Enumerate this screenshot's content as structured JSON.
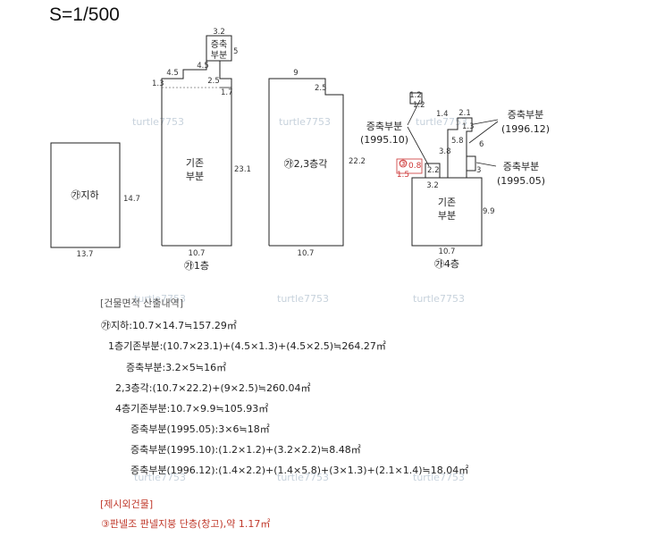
{
  "scale": "S=1/500",
  "watermark": "turtle7753",
  "plans": {
    "basement": {
      "name": "㉮지하",
      "width": "13.7",
      "height": "14.7"
    },
    "floor1": {
      "title": "㉮1층",
      "body": [
        "기존",
        "부분"
      ],
      "ext": [
        "증축",
        "부분"
      ],
      "dims": {
        "ext_w": "3.2",
        "ext_h": "5",
        "step1": "4.5",
        "step2": "4.5",
        "left_h": "1.3",
        "step_h": "2.5",
        "right_h": "1.7",
        "height": "23.1",
        "width": "10.7"
      }
    },
    "floor23": {
      "name": "㉮2,3층각",
      "top": "9",
      "step": "2.5",
      "height": "22.2",
      "width": "10.7"
    },
    "floor4": {
      "title": "㉮4층",
      "body": [
        "기존",
        "부분"
      ],
      "dims": {
        "d1": "1.2",
        "d2": "1.2",
        "d3": "1.4",
        "d4": "2.1",
        "d5": "3.8",
        "d6": "5.8",
        "d7": "6",
        "d8": "1.3",
        "d9": "2.2",
        "d10": "3",
        "d11": "3.2",
        "d12": "0.8",
        "d13": "1.5",
        "height": "9.9",
        "width": "10.7"
      },
      "ext_labels": [
        {
          "name": "증축부분",
          "date": "(1995.10)"
        },
        {
          "name": "증축부분",
          "date": "(1996.12)"
        },
        {
          "name": "증축부분",
          "date": "(1995.05)"
        }
      ],
      "note_mark": "③"
    }
  },
  "calc": {
    "header": "[건물면적 산출내역]",
    "lines": [
      "㉮지하:10.7×14.7≒157.29㎡",
      "1층기존부분:(10.7×23.1)+(4.5×1.3)+(4.5×2.5)≒264.27㎡",
      "증축부분:3.2×5≒16㎡",
      "2,3층각:(10.7×22.2)+(9×2.5)≒260.04㎡",
      "4층기존부분:10.7×9.9≒105.93㎡",
      "증축부분(1995.05):3×6≒18㎡",
      "증축부분(1995.10):(1.2×1.2)+(3.2×2.2)≒8.48㎡",
      "증축부분(1996.12):(1.4×2.2)+(1.4×5.8)+(3×1.3)+(2.1×1.4)≒18.04㎡"
    ],
    "excl_header": "[제시외건물]",
    "excl_line": "③판넬조 판넬지붕 단층(창고),약 1.17㎡"
  }
}
